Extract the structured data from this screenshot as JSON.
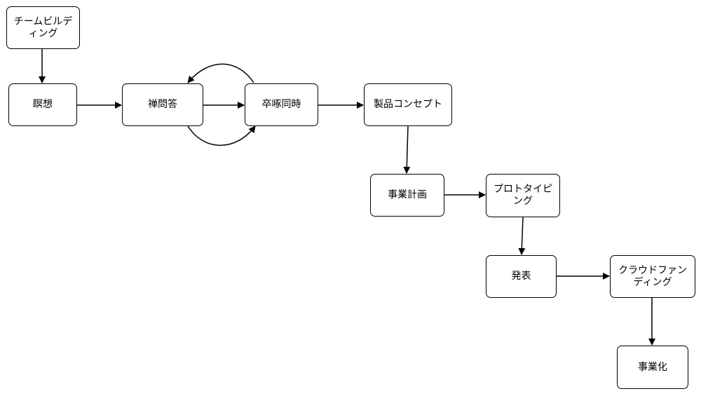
{
  "nodes": {
    "team_building": "チームビルディング",
    "meditation": "瞑想",
    "zen_dialogue": "禅問答",
    "sottaku_doji": "卒啄同時",
    "product_concept": "製品コンセプト",
    "business_plan": "事業計画",
    "prototyping": "プロトタイピング",
    "presentation": "発表",
    "crowdfunding": "クラウドファンディング",
    "commercialization": "事業化"
  },
  "edges": [
    {
      "from": "team_building",
      "to": "meditation"
    },
    {
      "from": "meditation",
      "to": "zen_dialogue"
    },
    {
      "from": "zen_dialogue",
      "to": "sottaku_doji"
    },
    {
      "from": "sottaku_doji",
      "to": "zen_dialogue",
      "style": "curved-top"
    },
    {
      "from": "zen_dialogue",
      "to": "sottaku_doji",
      "style": "curved-bottom"
    },
    {
      "from": "sottaku_doji",
      "to": "product_concept"
    },
    {
      "from": "product_concept",
      "to": "business_plan"
    },
    {
      "from": "business_plan",
      "to": "prototyping"
    },
    {
      "from": "prototyping",
      "to": "presentation"
    },
    {
      "from": "presentation",
      "to": "crowdfunding"
    },
    {
      "from": "crowdfunding",
      "to": "commercialization"
    }
  ]
}
